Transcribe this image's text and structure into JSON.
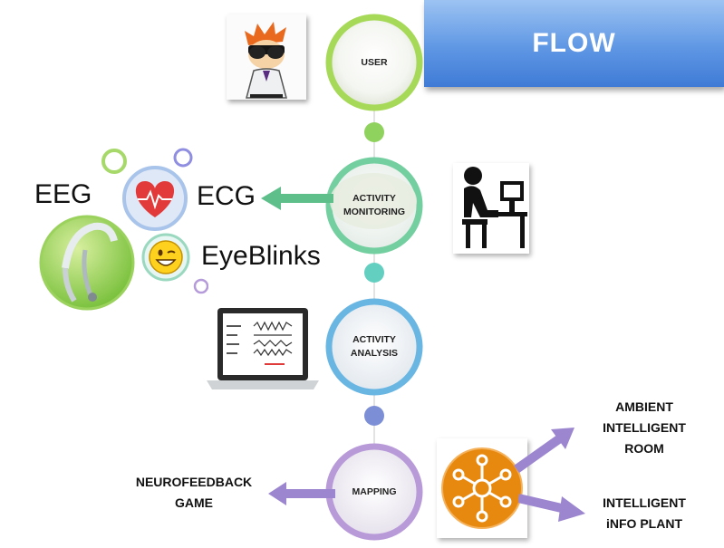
{
  "banner": {
    "title": "FLOW"
  },
  "nodes": {
    "user": "USER",
    "activity_monitoring": "ACTIVITY\nMONITORING",
    "activity_analysis": "ACTIVITY\nANALYSIS",
    "mapping": "MAPPING"
  },
  "signals": {
    "eeg": "EEG",
    "ecg": "ECG",
    "eyeblinks": "EyeBlinks"
  },
  "outputs": {
    "neurofeedback": "NEUROFEEDBACK\nGAME",
    "ambient_room": "AMBIENT\nINTELLIGENT\nROOM",
    "info_plant": "INTELLIGENT\niNFO PLANT"
  },
  "colors": {
    "banner": "#5f97e4",
    "user_ring": "#a6d957",
    "monitoring_ring": "#74cfa0",
    "analysis_ring": "#6ab6e3",
    "mapping_ring": "#b89ad9",
    "ecg_arrow": "#5fbf8a",
    "mapping_arrow": "#9b86cf",
    "hub_icon": "#e8890f"
  }
}
